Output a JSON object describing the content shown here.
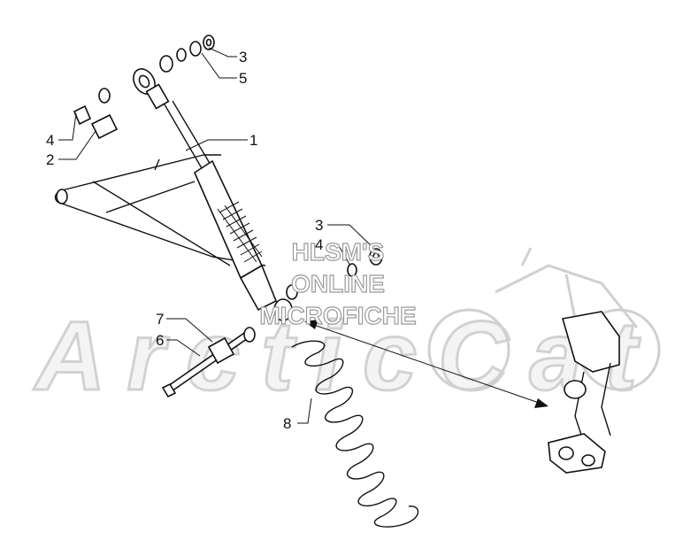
{
  "watermark": {
    "line1": "HLSM'S",
    "line2": "ONLINE",
    "line3": "MICROFICHE",
    "brand": "ArcticCat"
  },
  "callouts": [
    {
      "id": "c3a",
      "text": "3"
    },
    {
      "id": "c5",
      "text": "5"
    },
    {
      "id": "c1",
      "text": "1"
    },
    {
      "id": "c4a",
      "text": "4"
    },
    {
      "id": "c2",
      "text": "2"
    },
    {
      "id": "c3b",
      "text": "3"
    },
    {
      "id": "c4b",
      "text": "4"
    },
    {
      "id": "c7",
      "text": "7"
    },
    {
      "id": "c6",
      "text": "6"
    },
    {
      "id": "c8",
      "text": "8"
    }
  ]
}
